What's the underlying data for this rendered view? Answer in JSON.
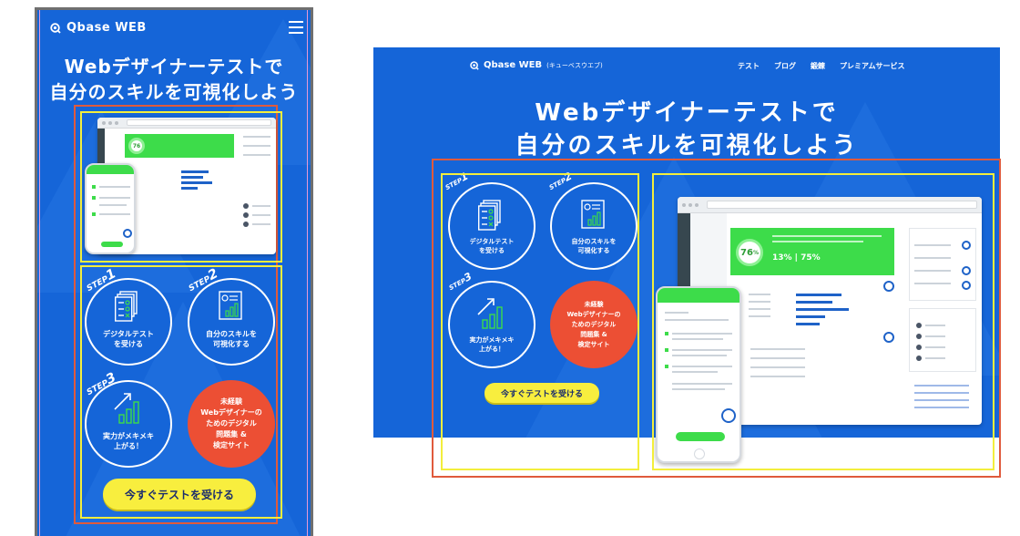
{
  "site": {
    "logo": "Qbase WEB",
    "logo_sub": "(キューベスウエブ)",
    "nav": [
      "テスト",
      "ブログ",
      "鍛錬",
      "プレミアムサービス"
    ]
  },
  "hero": {
    "title_line1": "Webデザイナーテストで",
    "title_line2": "自分のスキルを可視化しよう"
  },
  "steps": [
    {
      "step": "STEP",
      "num": "1",
      "caption": "デジタルテスト\nを受ける",
      "icon": "document-checklist-icon"
    },
    {
      "step": "STEP",
      "num": "2",
      "caption": "自分のスキルを\n可視化する",
      "icon": "report-chart-icon"
    },
    {
      "step": "STEP",
      "num": "3",
      "caption": "実力がメキメキ\n上がる！",
      "icon": "growth-chart-icon"
    }
  ],
  "promo": {
    "mobile": "未経験\nWebデザイナーの\nためのデジタル\n問題集 &\n検定サイト",
    "desktop": "未経験\nWebデザイナーの\nためのデジタル\n問題集 &\n検定サイト"
  },
  "cta": {
    "label": "今すぐテストを受ける"
  },
  "mockup": {
    "score": "76",
    "score_unit": "%",
    "sub_score": "13% | 75%"
  },
  "colors": {
    "background": "#1565d8",
    "cta": "#f8ee3e",
    "promo": "#ec4f34",
    "accent_green": "#3ddc4a",
    "guide_red": "#e05a3c",
    "guide_yellow": "#f3ee3c"
  }
}
